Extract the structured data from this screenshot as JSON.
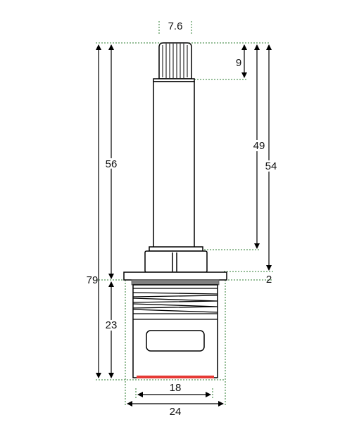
{
  "dimensions": {
    "top_width": "7.6",
    "head_height": "9",
    "stem_length": "56",
    "spindle_to_nut": "49",
    "spindle_to_flange": "54",
    "overall_height": "79",
    "flange_thickness": "2",
    "body_height": "23",
    "bore_width": "18",
    "body_width": "24"
  },
  "colors": {
    "outline": "#000000",
    "guide": "#2e7d32",
    "washer": "#808080",
    "seal": "#e53935"
  }
}
